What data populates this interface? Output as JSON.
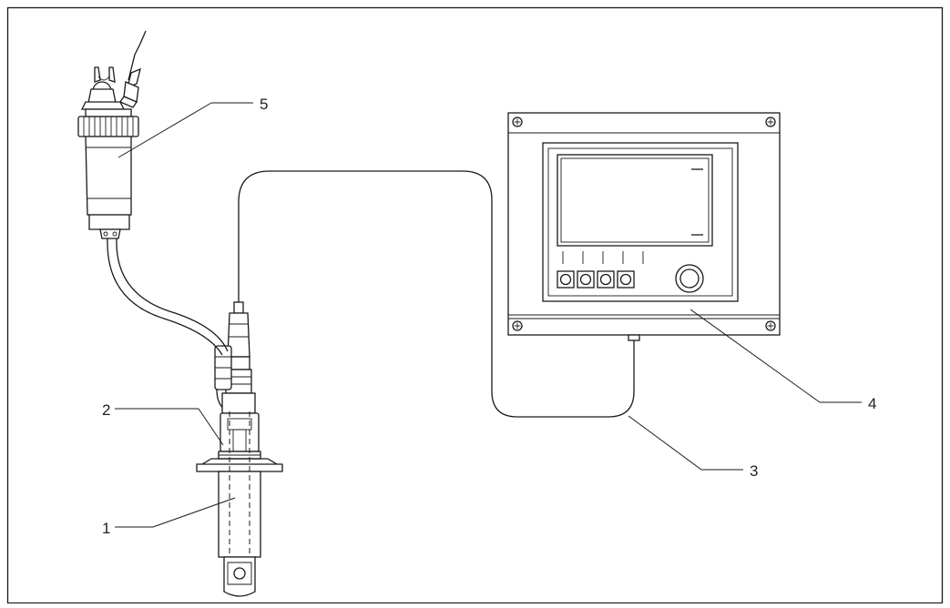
{
  "figure": {
    "callouts": [
      {
        "id": "c1",
        "label": "1"
      },
      {
        "id": "c2",
        "label": "2"
      },
      {
        "id": "c3",
        "label": "3"
      },
      {
        "id": "c4",
        "label": "4"
      },
      {
        "id": "c5",
        "label": "5"
      }
    ]
  }
}
